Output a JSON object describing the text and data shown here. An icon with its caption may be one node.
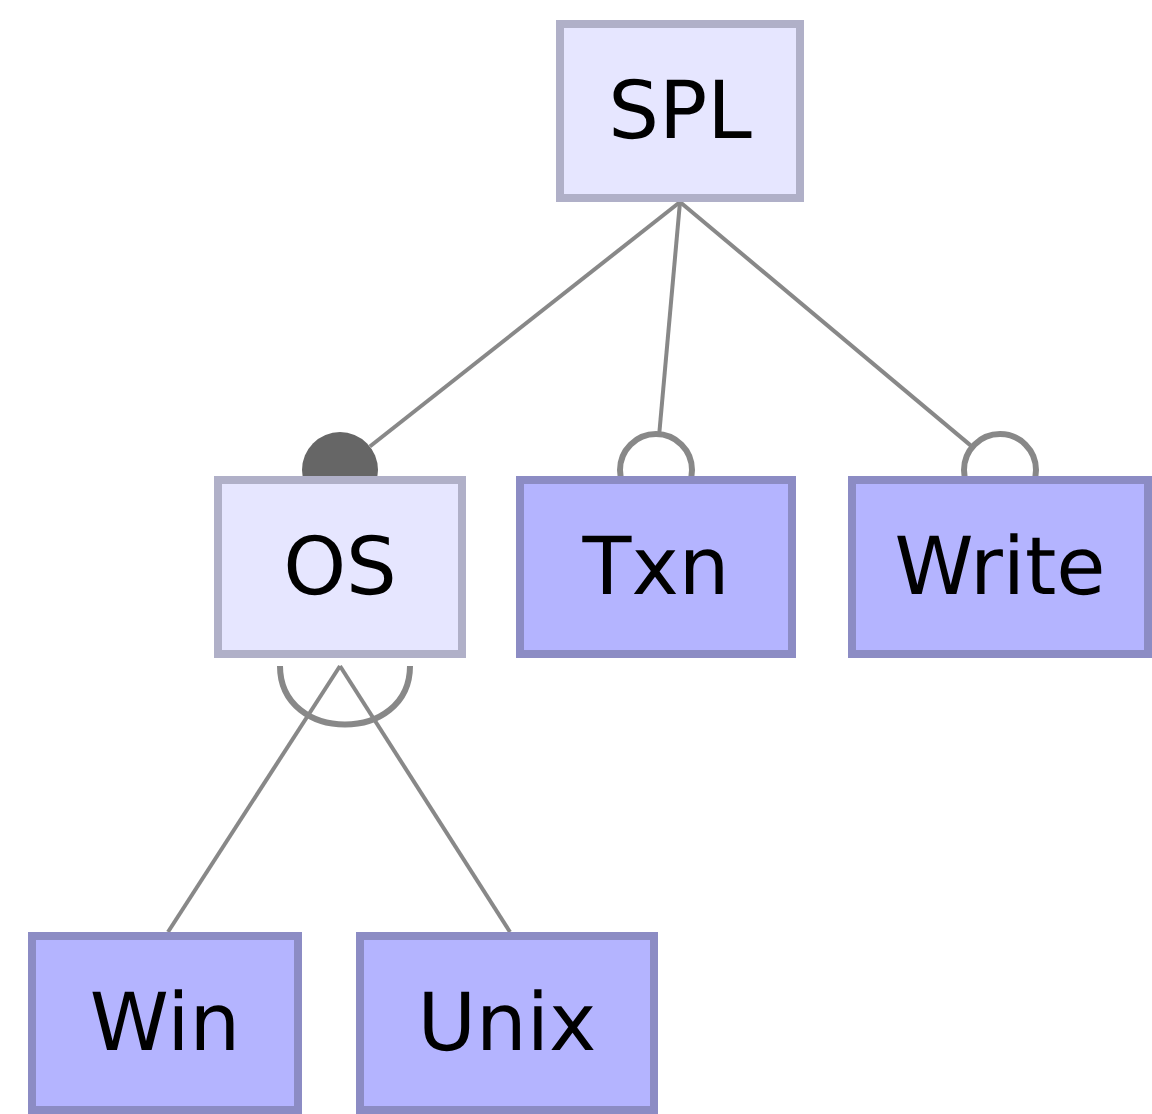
{
  "diagram": {
    "nodes": [
      {
        "text": [
          "SPL"
        ]
      },
      {
        "text": [
          "OS"
        ]
      },
      {
        "text": [
          "Txn"
        ]
      },
      {
        "text": [
          "Write"
        ]
      },
      {
        "text": [
          "Win"
        ]
      },
      {
        "text": [
          "Unix"
        ]
      }
    ],
    "edges": [
      {
        "from": 0,
        "to": 1,
        "arrow": "other"
      },
      {
        "from": 0,
        "to": 2,
        "arrow": "other"
      },
      {
        "from": 0,
        "to": 3,
        "arrow": "other"
      },
      {
        "from": 1,
        "to": 4,
        "arrow": "none"
      },
      {
        "from": 1,
        "to": 5,
        "arrow": "none"
      }
    ]
  }
}
